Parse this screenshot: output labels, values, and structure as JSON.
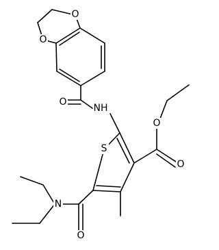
{
  "diagram": {
    "type": "chemical-structure",
    "atoms": {
      "o_diox_top": "O",
      "o_diox_left": "O",
      "o_amide1": "O",
      "nh": "NH",
      "s_ring": "S",
      "o_ester_single": "O",
      "o_ester_double": "O",
      "n_amide2": "N",
      "o_amide2": "O"
    }
  }
}
